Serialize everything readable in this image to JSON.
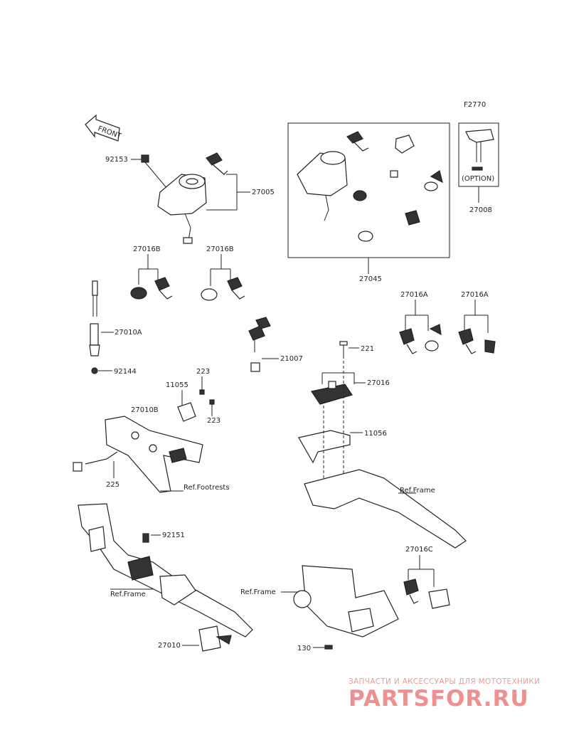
{
  "figure_code": "F2770",
  "front_arrow": "FRONT",
  "option_text": "(OPTION)",
  "labels": {
    "p92153": "92153",
    "p27005": "27005",
    "p27045": "27045",
    "p27008": "27008",
    "p27016B_a": "27016B",
    "p27016B_b": "27016B",
    "p27016A_a": "27016A",
    "p27016A_b": "27016A",
    "p27010A": "27010A",
    "p92144": "92144",
    "p11055": "11055",
    "p223_a": "223",
    "p223_b": "223",
    "p27010B": "27010B",
    "p225": "225",
    "p21007": "21007",
    "p221": "221",
    "p27016": "27016",
    "p11056": "11056",
    "p92151": "92151",
    "p27010": "27010",
    "p27016C": "27016C",
    "p130": "130",
    "ref_footrests": "Ref.Footrests",
    "ref_frame_a": "Ref.Frame",
    "ref_frame_b": "Ref.Frame",
    "ref_frame_c": "Ref.Frame"
  },
  "watermark": {
    "tagline": "ЗАПЧАСТИ И АКСЕССУАРЫ ДЛЯ МОТОТЕХНИКИ",
    "logo": "PARTSFOR.RU"
  },
  "colors": {
    "ink": "#222222",
    "watermark": "#ef8f8f"
  }
}
